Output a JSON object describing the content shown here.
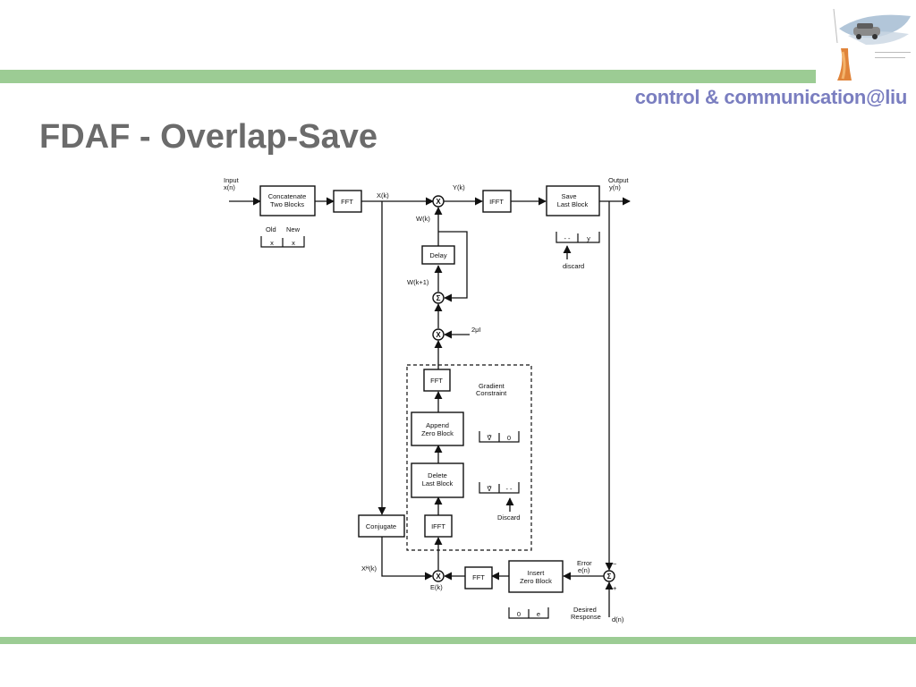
{
  "header": {
    "brand": "control & communication@liu",
    "title": "FDAF - Overlap-Save"
  },
  "colors": {
    "accent_bar": "#9ccc94",
    "brand_text": "#7a7ec0",
    "title_text": "#6b6b6b"
  },
  "logo": {
    "icon": "car-and-lighthouse-logo"
  },
  "diagram": {
    "input_label": [
      "Input",
      "x(n)"
    ],
    "output_label": [
      "Output",
      "y(n)"
    ],
    "blocks": {
      "concatenate": [
        "Concatenate",
        "Two Blocks"
      ],
      "fft_top": "FFT",
      "ifft_top": "IFFT",
      "save_last": [
        "Save",
        "Last Block"
      ],
      "delay": "Delay",
      "fft_grad": "FFT",
      "append_zero": [
        "Append",
        "Zero Block"
      ],
      "delete_last": [
        "Delete",
        "Last Block"
      ],
      "ifft_grad": "IFFT",
      "conjugate": "Conjugate",
      "fft_bottom": "FFT",
      "insert_zero": [
        "Insert",
        "Zero Block"
      ]
    },
    "signals": {
      "X": "X(k)",
      "Y": "Y(k)",
      "W": "W(k)",
      "W_next": "W(k+1)",
      "mu": "2μI",
      "X_conj": "Xᴴ(k)",
      "E": "E(k)",
      "error": [
        "Error",
        "e(n)"
      ],
      "desired": [
        "Desired",
        "Response"
      ],
      "d": "d(n)",
      "minus": "−",
      "plus": "+"
    },
    "gradient_constraint": [
      "Gradient",
      "Constraint"
    ],
    "old_new": {
      "old": "Old",
      "new": "New",
      "cells": [
        "x",
        "x"
      ]
    },
    "save_cells": [
      "- -",
      "y"
    ],
    "discard": "discard",
    "append_cells": [
      "∇̂",
      "0"
    ],
    "delete_cells": [
      "∇̂",
      "- -"
    ],
    "discard_cap": "Discard",
    "insert_cells": [
      "0",
      "e"
    ],
    "operators": {
      "multiply": "X",
      "sum": "Σ"
    }
  }
}
